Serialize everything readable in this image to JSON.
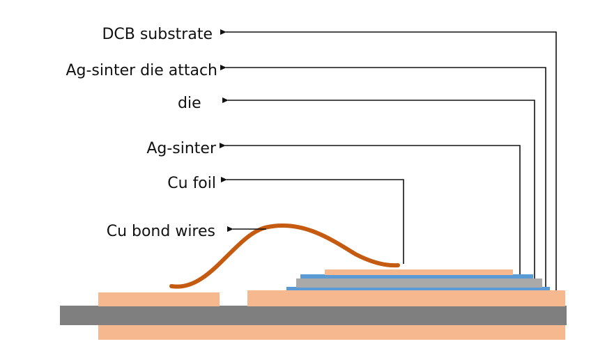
{
  "labels": {
    "dcb_substrate": "DCB substrate",
    "ag_sinter_die_attach": "Ag-sinter die attach",
    "die": "die",
    "ag_sinter": "Ag-sinter",
    "cu_foil": "Cu foil",
    "cu_bond_wires": "Cu bond wires"
  },
  "colors": {
    "copper": "#f6b88e",
    "ceramic": "#7f7f7f",
    "die": "#a9a9a9",
    "sinter": "#5b9bd5",
    "bond_wire": "#c55a11",
    "leader": "#111111"
  }
}
